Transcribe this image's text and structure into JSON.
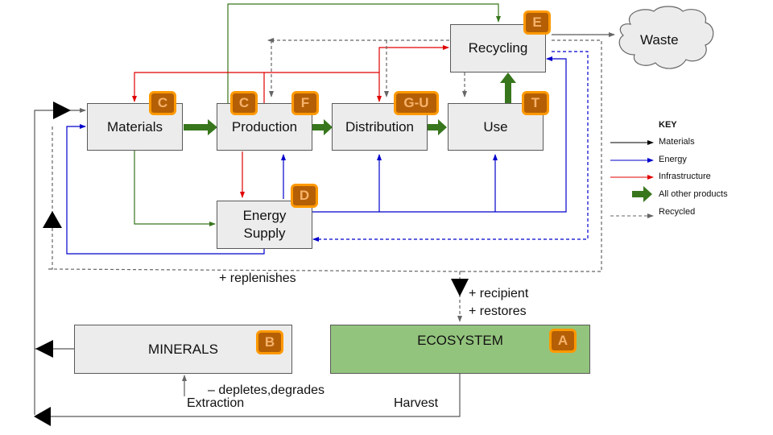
{
  "nodes": {
    "materials": {
      "label": "Materials",
      "badge": "C"
    },
    "production": {
      "label": "Production",
      "badge_left": "C",
      "badge_right": "F"
    },
    "distribution": {
      "label": "Distribution",
      "badge": "G-U"
    },
    "use": {
      "label": "Use",
      "badge": "T"
    },
    "recycling": {
      "label": "Recycling",
      "badge": "E"
    },
    "energy_supply": {
      "label_line1": "Energy",
      "label_line2": "Supply",
      "badge": "D"
    },
    "waste": {
      "label": "Waste"
    },
    "minerals": {
      "label": "MINERALS",
      "badge": "B"
    },
    "ecosystem": {
      "label": "ECOSYSTEM",
      "badge": "A"
    }
  },
  "annotations": {
    "replenishes": "+ replenishes",
    "recipient": "+ recipient",
    "restores": "+ restores",
    "depletes": "– depletes,degrades",
    "extraction": "Extraction",
    "harvest": "Harvest"
  },
  "key": {
    "title": "KEY",
    "items": [
      {
        "label": "Materials",
        "style": "solid",
        "color": "#000000"
      },
      {
        "label": "Energy",
        "style": "solid",
        "color": "#0000cc"
      },
      {
        "label": "Infrastructure",
        "style": "solid",
        "color": "#e00000"
      },
      {
        "label": "All other products",
        "style": "thick-arrow",
        "color": "#38761d"
      },
      {
        "label": "Recycled",
        "style": "dashed",
        "color": "#666666"
      }
    ]
  },
  "colors": {
    "materials": "#595959",
    "energy": "#0000cc",
    "infrastructure": "#e00000",
    "products": "#38761d",
    "recycled": "#666666",
    "badge_fill": "#b45f06",
    "badge_border": "#ff9900",
    "ecosystem": "#93c47d"
  }
}
